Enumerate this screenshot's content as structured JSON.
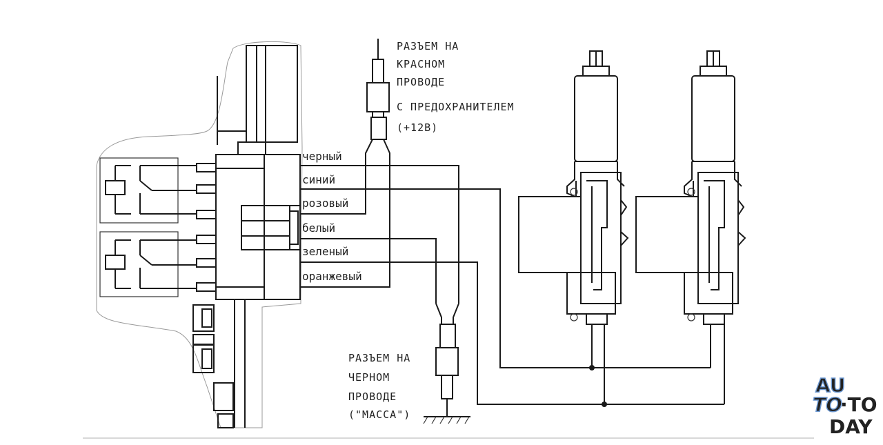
{
  "wire_labels": [
    "черный",
    "синий",
    "розовый",
    "белый",
    "зеленый",
    "оранжевый"
  ],
  "connector_red": {
    "lines": [
      "РАЗЪЕМ НА",
      "КРАСНОМ",
      "ПРОВОДЕ",
      "С ПРЕДОХРАНИТЕЛЕМ",
      "(+12В)"
    ]
  },
  "connector_black": {
    "lines": [
      "РАЗЪЕМ НА",
      "ЧЕРНОМ",
      "ПРОВОДЕ",
      "(\"МАССА\")"
    ]
  },
  "watermark": {
    "line1": "AU",
    "line2a": "TO",
    "line2b": "·TO",
    "line3": "DAY",
    "color": "#6f9bd4"
  }
}
